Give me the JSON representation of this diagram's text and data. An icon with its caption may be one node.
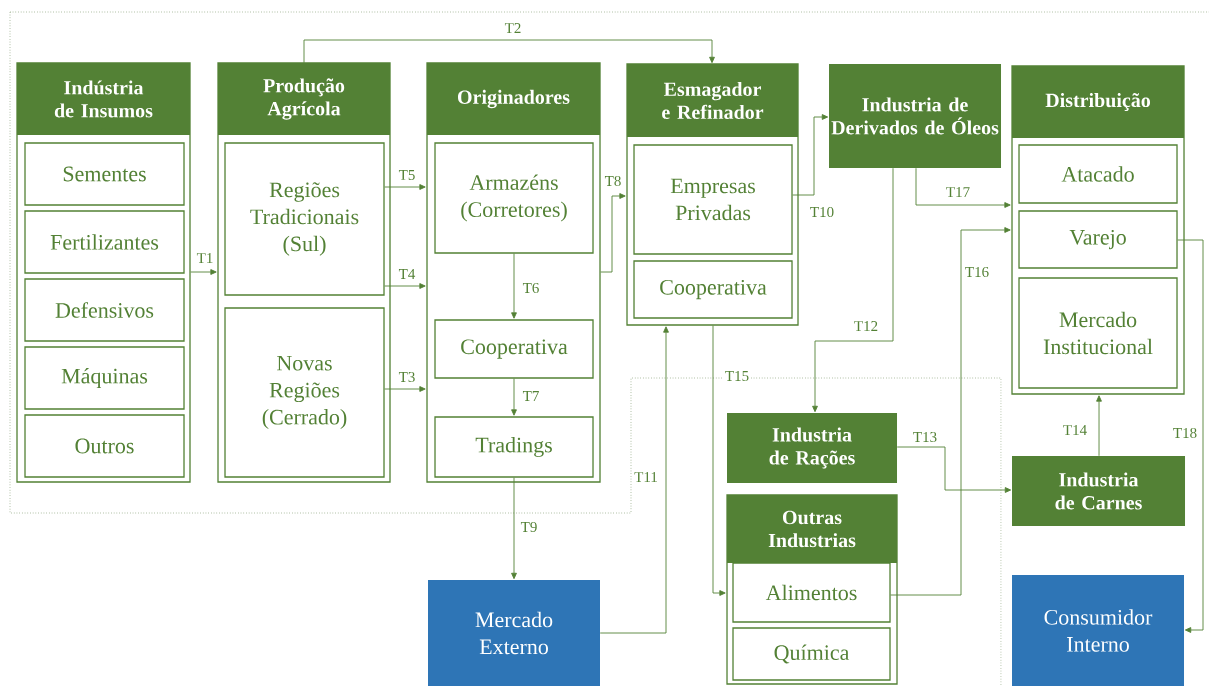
{
  "diagram": {
    "nodes": [
      {
        "text": [],
        "shape": "box"
      },
      {
        "text": [
          "Indústria de Insumos"
        ],
        "in": 0
      },
      {
        "text": [
          "Sementes"
        ],
        "in": 0
      },
      {
        "text": [
          "Fertilizantes"
        ],
        "in": 0
      },
      {
        "text": [
          "Defensivos"
        ],
        "in": 0
      },
      {
        "text": [
          "Máquinas"
        ],
        "in": 0
      },
      {
        "text": [
          "Outros"
        ],
        "in": 0
      },
      {
        "text": [],
        "shape": "box"
      },
      {
        "text": [
          "Produção Agrícola"
        ],
        "in": 7
      },
      {
        "text": [
          "Regiões Tradicionais (Sul)"
        ],
        "in": 7
      },
      {
        "text": [
          "Novas Regiões (Cerrado)"
        ],
        "in": 7
      },
      {
        "text": [],
        "shape": "box"
      },
      {
        "text": [
          "Originadores"
        ],
        "in": 11
      },
      {
        "text": [
          "Armazéns (Corretores)"
        ],
        "in": 11
      },
      {
        "text": [
          "Cooperativa"
        ],
        "in": 11
      },
      {
        "text": [
          "Tradings"
        ],
        "in": 11
      },
      {
        "text": [],
        "shape": "box"
      },
      {
        "text": [
          "Esmagador e Refinador"
        ],
        "in": 16
      },
      {
        "text": [
          "Empresas Privadas"
        ],
        "in": 16
      },
      {
        "text": [
          "Cooperativa"
        ],
        "in": 16
      },
      {
        "text": [
          "Industria de Derivados de Óleos"
        ]
      },
      {
        "text": [],
        "shape": "box"
      },
      {
        "text": [
          "Distribuição"
        ],
        "in": 21
      },
      {
        "text": [
          "Atacado"
        ],
        "in": 21
      },
      {
        "text": [
          "Varejo"
        ],
        "in": 21
      },
      {
        "text": [
          "Mercado Institucional"
        ],
        "in": 21
      },
      {
        "text": [
          "Industria de Rações"
        ]
      },
      {
        "text": [],
        "shape": "box"
      },
      {
        "text": [
          "Outras Industrias"
        ],
        "in": 27
      },
      {
        "text": [
          "Alimentos"
        ],
        "in": 27
      },
      {
        "text": [
          "Química"
        ],
        "in": 27
      },
      {
        "text": [
          "Industria de Carnes"
        ]
      },
      {
        "text": [
          "Mercado Externo"
        ]
      },
      {
        "text": [
          "Consumidor Interno"
        ]
      }
    ],
    "edges": [
      {
        "from": 0,
        "to": 7,
        "arrow": "to",
        "label": "T1"
      },
      {
        "from": 8,
        "to": 17,
        "arrow": "to",
        "label": "T2"
      },
      {
        "from": 9,
        "to": 11,
        "arrow": "to",
        "label": "T5"
      },
      {
        "from": 9,
        "to": 11,
        "arrow": "to",
        "label": "T4"
      },
      {
        "from": 10,
        "to": 11,
        "arrow": "to",
        "label": "T3"
      },
      {
        "from": 13,
        "to": 14,
        "arrow": "to",
        "label": "T6"
      },
      {
        "from": 14,
        "to": 15,
        "arrow": "to",
        "label": "T7"
      },
      {
        "from": 11,
        "to": 16,
        "arrow": "to",
        "label": "T8"
      },
      {
        "from": 15,
        "to": 32,
        "arrow": "to",
        "label": "T9"
      },
      {
        "from": 18,
        "to": 20,
        "arrow": "to",
        "label": "T10"
      },
      {
        "from": 32,
        "to": 16,
        "arrow": "to",
        "label": "T11"
      },
      {
        "from": 20,
        "to": 26,
        "arrow": "to",
        "label": "T12"
      },
      {
        "from": 26,
        "to": 31,
        "arrow": "to",
        "label": "T13"
      },
      {
        "from": 31,
        "to": 21,
        "arrow": "to",
        "label": "T14"
      },
      {
        "from": 16,
        "to": 27,
        "arrow": "to",
        "label": "T15"
      },
      {
        "from": 29,
        "to": 21,
        "arrow": "to",
        "label": "T16"
      },
      {
        "from": 20,
        "to": 21,
        "arrow": "to",
        "label": "T17"
      },
      {
        "from": 24,
        "to": 33,
        "arrow": "to",
        "label": "T18"
      }
    ]
  }
}
